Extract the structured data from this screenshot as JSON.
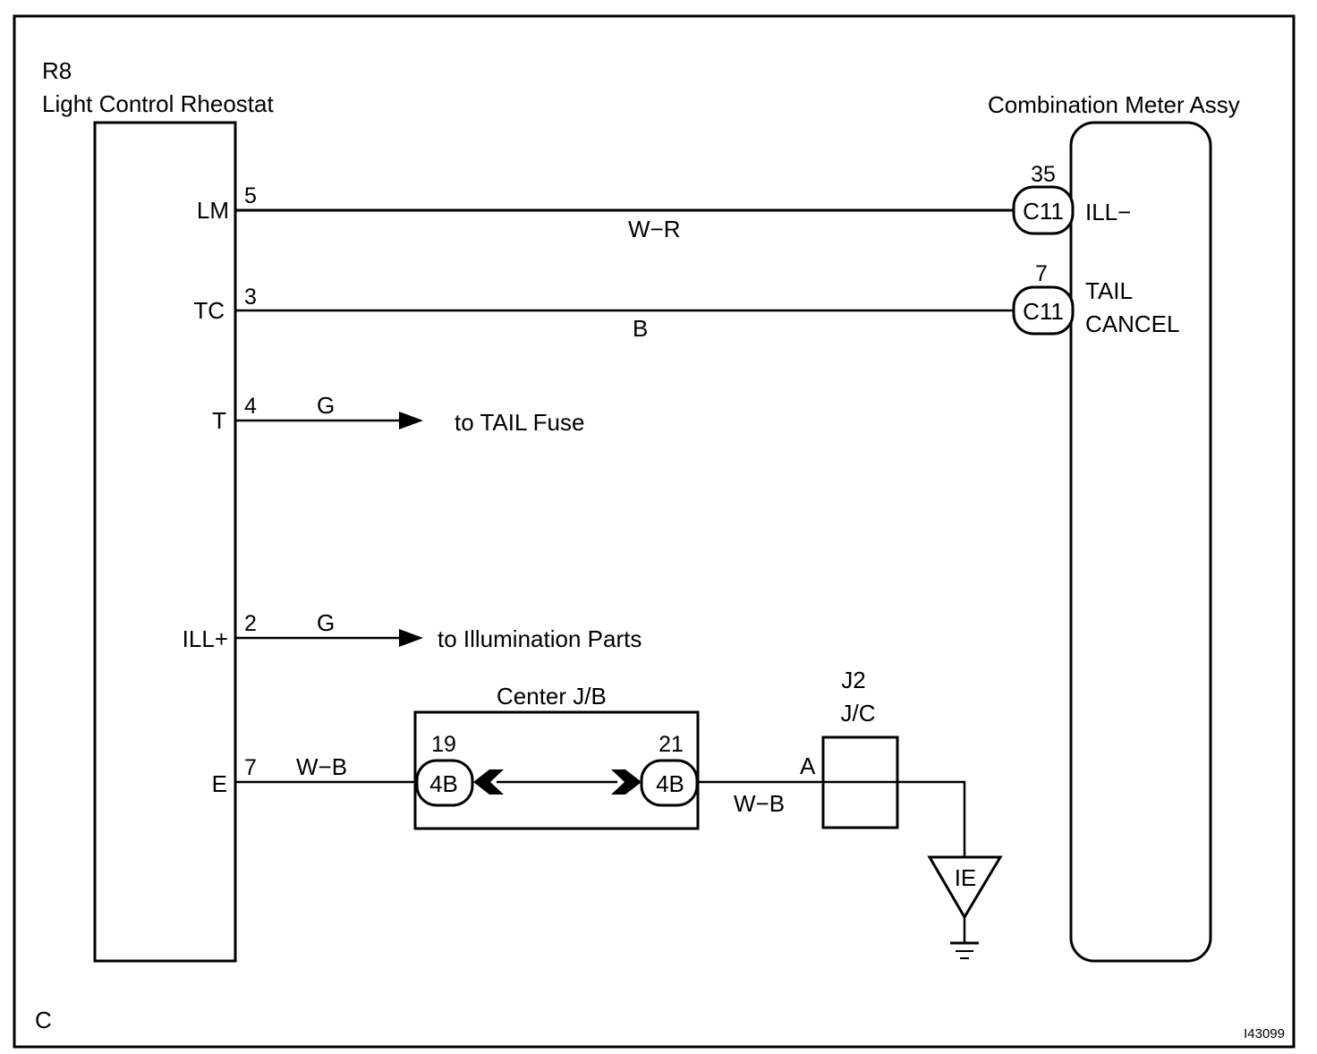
{
  "frame": {
    "page_code": "C",
    "figure_id": "I43099"
  },
  "rheostat": {
    "code": "R8",
    "name": "Light Control Rheostat",
    "terminals": {
      "lm": "LM",
      "tc": "TC",
      "t": "T",
      "ill_plus": "ILL+",
      "e": "E"
    }
  },
  "meter": {
    "name": "Combination Meter Assy",
    "terminals": {
      "ill_minus": "ILL−",
      "tail": "TAIL",
      "cancel": "CANCEL"
    }
  },
  "wires": [
    {
      "from_terminal": "LM",
      "from_pin": "5",
      "color": "W−R",
      "to_connector": "C11",
      "to_pin": "35"
    },
    {
      "from_terminal": "TC",
      "from_pin": "3",
      "color": "B",
      "to_connector": "C11",
      "to_pin": "7"
    },
    {
      "from_terminal": "T",
      "from_pin": "4",
      "color": "G",
      "destination": "to TAIL Fuse"
    },
    {
      "from_terminal": "ILL+",
      "from_pin": "2",
      "color": "G",
      "destination": "to Illumination Parts"
    },
    {
      "from_terminal": "E",
      "from_pin": "7",
      "color": "W−B"
    }
  ],
  "center_jb": {
    "label": "Center J/B",
    "left_connector": {
      "pin": "19",
      "code": "4B"
    },
    "right_connector": {
      "pin": "21",
      "code": "4B"
    },
    "out_wire_color": "W−B"
  },
  "junction": {
    "code": "J2",
    "label": "J/C",
    "terminal": "A"
  },
  "ground": {
    "label": "IE"
  }
}
